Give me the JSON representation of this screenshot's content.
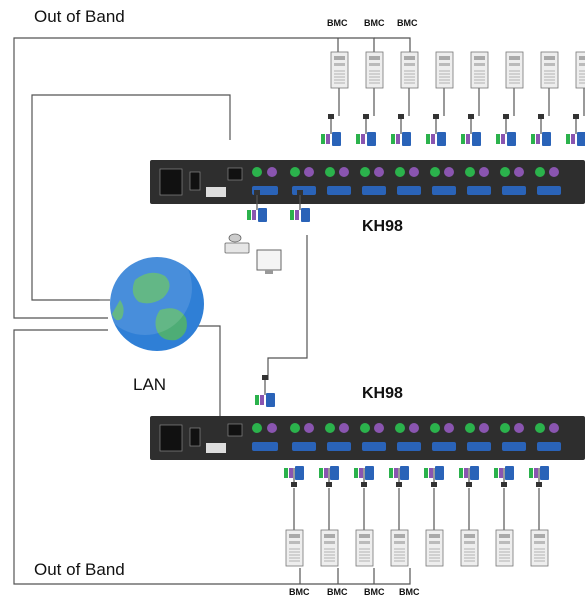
{
  "labels": {
    "out_of_band_top": "Out of Band",
    "out_of_band_bottom": "Out of Band",
    "lan": "LAN",
    "kh98_top": "KH98",
    "kh98_bottom": "KH98"
  },
  "bmc_top": [
    "BMC",
    "BMC",
    "BMC"
  ],
  "bmc_bottom": [
    "BMC",
    "BMC",
    "BMC",
    "BMC"
  ],
  "colors": {
    "switch_body": "#2e2e2e",
    "ps2_green": "#2bb24c",
    "ps2_purple": "#8a55b0",
    "vga_blue": "#2a63b8",
    "cable": "#555555",
    "globe_ocean": "#2f7fd6",
    "globe_land": "#52b36b"
  },
  "icons": {
    "server": "server-tower-icon",
    "globe": "globe-icon",
    "switch": "kvm-switch-icon",
    "monitor": "monitor-icon",
    "keyboard": "keyboard-mouse-icon",
    "connector": "kvm-cable-connector-icon"
  }
}
